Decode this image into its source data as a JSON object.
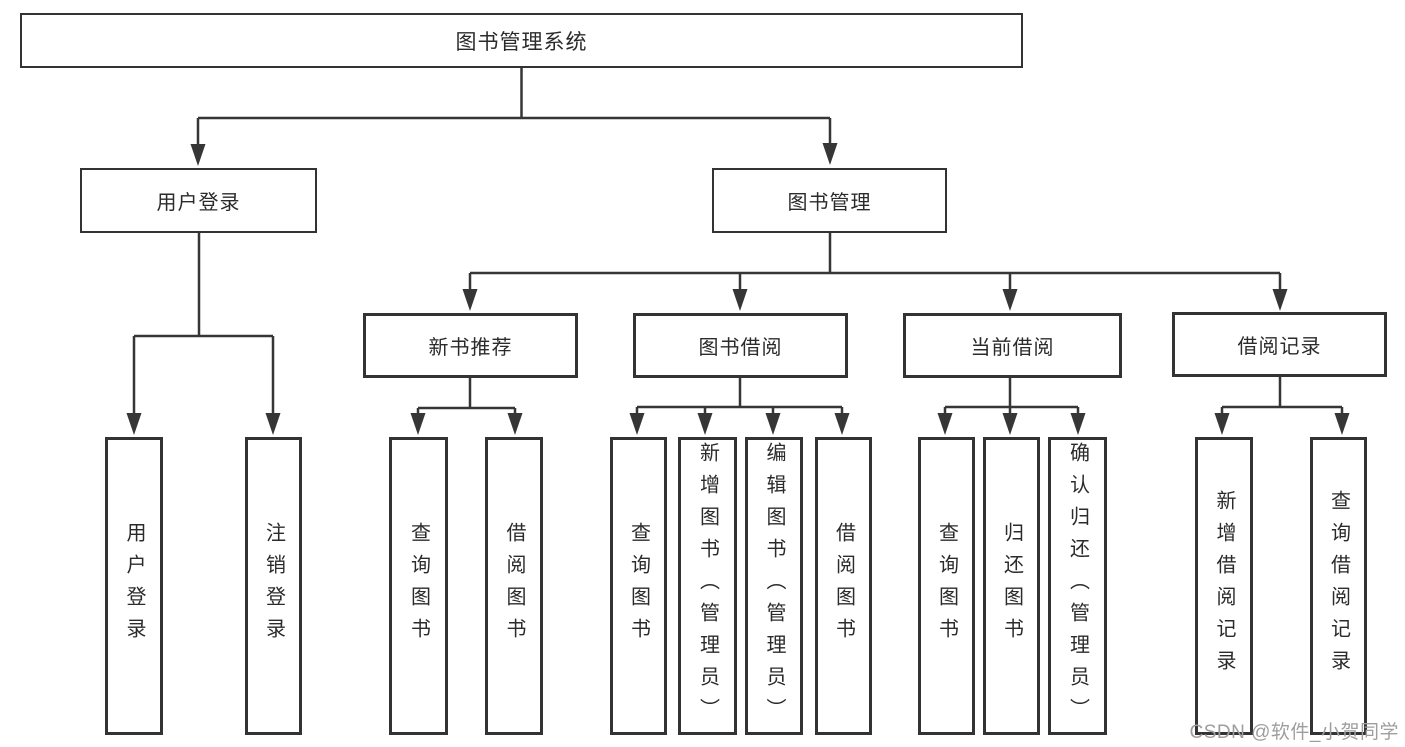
{
  "root": {
    "label": "图书管理系统"
  },
  "branches": [
    {
      "label": "用户登录",
      "children": [
        {
          "label": "用户登录"
        },
        {
          "label": "注销登录"
        }
      ]
    },
    {
      "label": "图书管理",
      "children": [
        {
          "label": "新书推荐",
          "children": [
            {
              "label": "查询图书"
            },
            {
              "label": "借阅图书"
            }
          ]
        },
        {
          "label": "图书借阅",
          "children": [
            {
              "label": "查询图书"
            },
            {
              "label": "新增图书（管理员）"
            },
            {
              "label": "编辑图书（管理员）"
            },
            {
              "label": "借阅图书"
            }
          ]
        },
        {
          "label": "当前借阅",
          "children": [
            {
              "label": "查询图书"
            },
            {
              "label": "归还图书"
            },
            {
              "label": "确认归还（管理员）"
            }
          ]
        },
        {
          "label": "借阅记录",
          "children": [
            {
              "label": "新增借阅记录"
            },
            {
              "label": "查询借阅记录"
            }
          ]
        }
      ]
    }
  ],
  "watermark": "CSDN @软件_小贺同学",
  "colors": {
    "line": "#363636",
    "box_border": "#333333",
    "box_background": "#ffffff",
    "text": "#2b2b2b",
    "watermark_text": "#9e9e9e"
  }
}
